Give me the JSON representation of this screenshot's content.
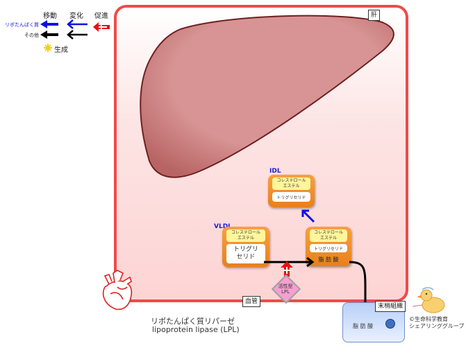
{
  "legend": {
    "headers": {
      "move": "移動",
      "change": "変化",
      "promote": "促進"
    },
    "rows": [
      {
        "label": "リポたんぱく質",
        "color": "#1010e0"
      },
      {
        "label": "その他",
        "color": "#000000"
      }
    ],
    "generate_label": "生成",
    "promote_color": "#e81010"
  },
  "labels": {
    "liver": "肝",
    "blood_vessel": "血管",
    "peripheral": "末梢組織",
    "enzyme_jp": "リポたんぱく質リパーゼ",
    "enzyme_en": "lipoprotein lipase (LPL)",
    "credit_line1": "©生命科学教育",
    "credit_line2": "シェアリンググループ"
  },
  "idl": {
    "title": "IDL",
    "ce": "コレステロール\nエステル",
    "tg": "トリグリセリド"
  },
  "vldl": {
    "title": "VLDL",
    "ce": "コレステロール\nエステル",
    "tg": "トリグリ\nセリド"
  },
  "product": {
    "ce": "コレステロール\nエステル",
    "tg": "トリグリセリド",
    "fa": "脂 肪 酸"
  },
  "lpl": {
    "label": "活性型\nLPL"
  },
  "tissue": {
    "fa": "脂 肪 酸"
  },
  "colors": {
    "vessel_border": "#f04a4a",
    "vessel_fill": "#fdd8d8",
    "liver_fill": "#d69090",
    "liver_edge": "#6e2020",
    "lipoprotein": "#f39030",
    "tissue_fill": "#c8dcf8"
  }
}
